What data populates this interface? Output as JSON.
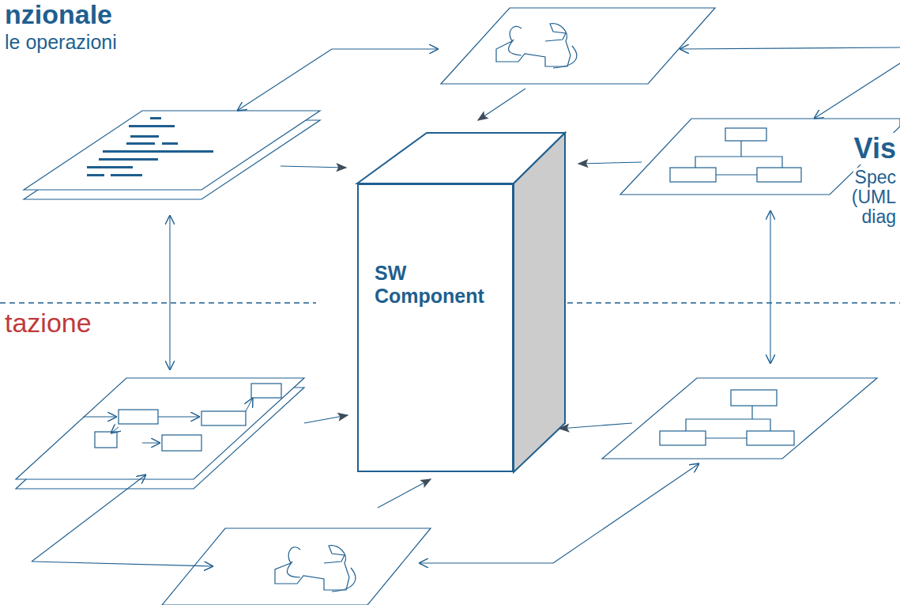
{
  "diagram": {
    "nodes": [
      {
        "text": [
          "SW Component"
        ]
      }
    ],
    "labels": [
      "nzionale",
      "le operazioni",
      "Vis",
      "Spec",
      "(UML",
      "diag",
      "tazione"
    ]
  }
}
